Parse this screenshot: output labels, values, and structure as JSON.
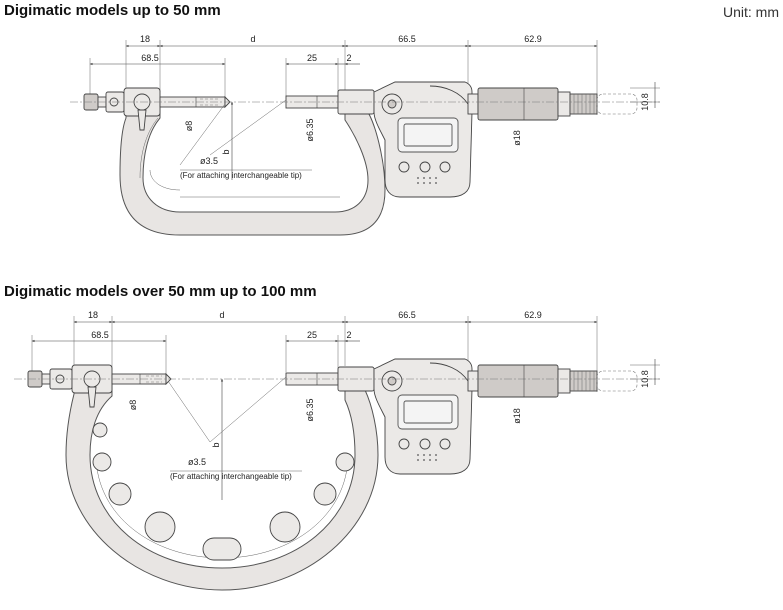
{
  "unit_label": "Unit: mm",
  "sections": [
    {
      "heading": "Digimatic models up to 50 mm",
      "dims": {
        "d18": "18",
        "d": "d",
        "d665": "66.5",
        "d629": "62.9",
        "d685": "68.5",
        "d25": "25",
        "d2": "2",
        "phi8": "ø8",
        "phi635": "ø6.35",
        "phi18": "ø18",
        "d108": "10.8",
        "b": "b",
        "phi35": "ø3.5",
        "note": "(For attaching interchangeable tip)"
      }
    },
    {
      "heading": "Digimatic models over 50 mm up to 100 mm",
      "dims": {
        "d18": "18",
        "d": "d",
        "d665": "66.5",
        "d629": "62.9",
        "d685": "68.5",
        "d25": "25",
        "d2": "2",
        "phi8": "ø8",
        "phi635": "ø6.35",
        "phi18": "ø18",
        "d108": "10.8",
        "b": "b",
        "phi35": "ø3.5",
        "note": "(For attaching interchangeable tip)"
      }
    }
  ]
}
